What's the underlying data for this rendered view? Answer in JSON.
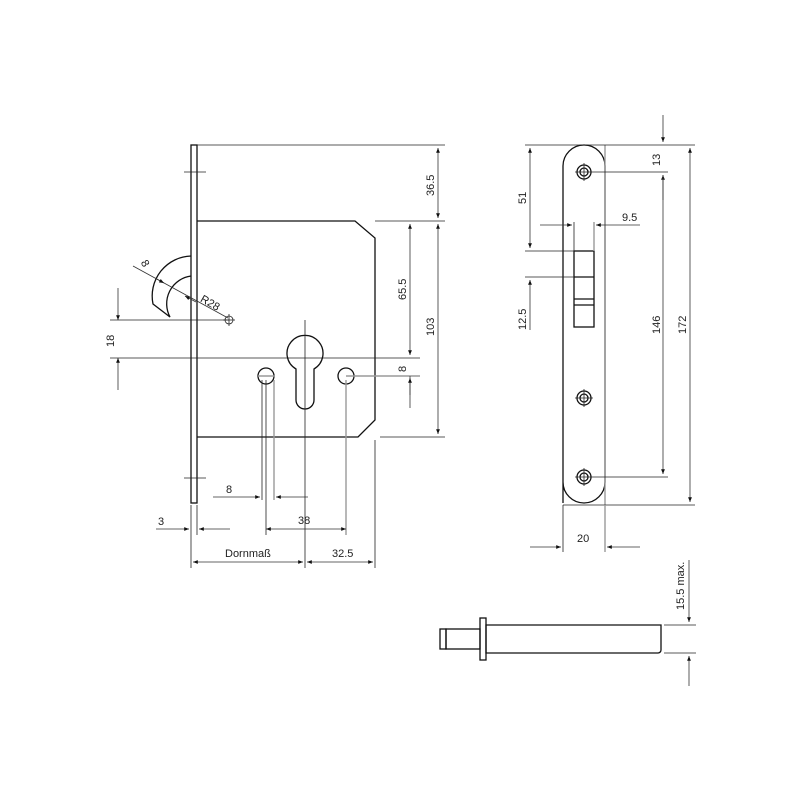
{
  "diagram": {
    "type": "technical-drawing",
    "subject": "mortise hook lock with profile cylinder cut-out",
    "views": {
      "front": {
        "labels": {
          "top_offset": "36.5",
          "to_cylinder": "65.5",
          "case_height": "103",
          "cylinder_offset": "8",
          "hook_offset": "18",
          "hook_thickness": "8",
          "hook_radius": "R28",
          "hole_width": "8",
          "hole_spacing": "38",
          "faceplate_thickness": "3",
          "backset": "Dornmaß",
          "back": "32.5"
        }
      },
      "faceplate": {
        "labels": {
          "top_to_hole": "13",
          "top_to_hook": "51",
          "hook_width": "9.5",
          "hook_slot": "12.5",
          "hole_spacing": "146",
          "total_height": "172",
          "width": "20"
        }
      },
      "spindle": {
        "labels": {
          "height": "15.5 max."
        }
      }
    },
    "colors": {
      "line": "#111111",
      "hidden": "#9a9a9a",
      "background": "#ffffff"
    }
  }
}
